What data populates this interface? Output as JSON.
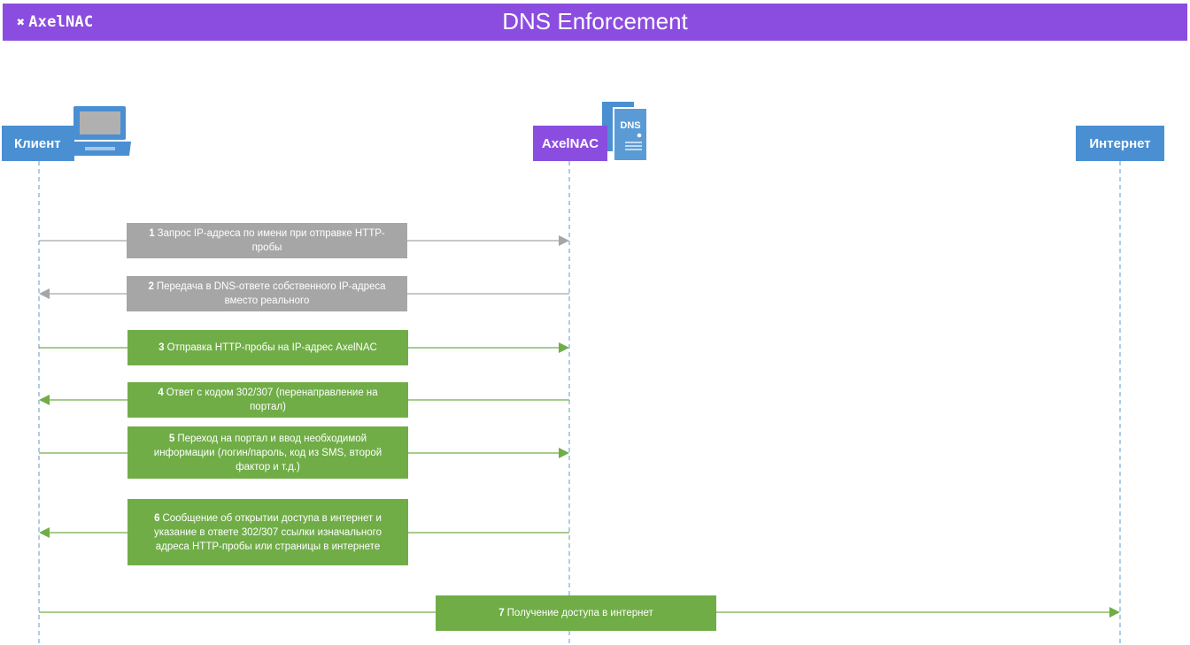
{
  "header": {
    "logo_text": "AxelNAC",
    "title": "DNS Enforcement"
  },
  "actors": {
    "client": "Клиент",
    "axelnac": "AxelNAC",
    "internet": "Интернет",
    "dns_icon_label": "DNS"
  },
  "messages": [
    {
      "num": "1",
      "text": "Запрос IP-адреса по имени при отправке HTTP-пробы",
      "from": "client",
      "to": "axelnac",
      "color": "gray"
    },
    {
      "num": "2",
      "text": "Передача в DNS-ответе собственного IP-адреса вместо реального",
      "from": "axelnac",
      "to": "client",
      "color": "gray"
    },
    {
      "num": "3",
      "text": "Отправка HTTP-пробы на IP-адрес AxelNAC",
      "from": "client",
      "to": "axelnac",
      "color": "green"
    },
    {
      "num": "4",
      "text": "Ответ с кодом 302/307 (перенаправление на портал)",
      "from": "axelnac",
      "to": "client",
      "color": "green"
    },
    {
      "num": "5",
      "text": "Переход на портал и ввод необходимой информации (логин/пароль, код из SMS, второй фактор и т.д.)",
      "from": "client",
      "to": "axelnac",
      "color": "green"
    },
    {
      "num": "6",
      "text": "Сообщение об открытии доступа в интернет и указание в ответе 302/307 ссылки изначального адреса HTTP-пробы или страницы в интернете",
      "from": "axelnac",
      "to": "client",
      "color": "green"
    },
    {
      "num": "7",
      "text": "Получение доступа в интернет",
      "from": "client",
      "to": "internet",
      "color": "green"
    }
  ],
  "colors": {
    "header": "#8b4ddf",
    "client": "#4a8fd2",
    "gray": "#a6a6a6",
    "green": "#70ad47",
    "lifeline": "#5b9bd5"
  },
  "icons": {
    "logo": "axelnac-logo-icon",
    "client": "laptop-icon",
    "axelnac": "dns-server-icon"
  }
}
